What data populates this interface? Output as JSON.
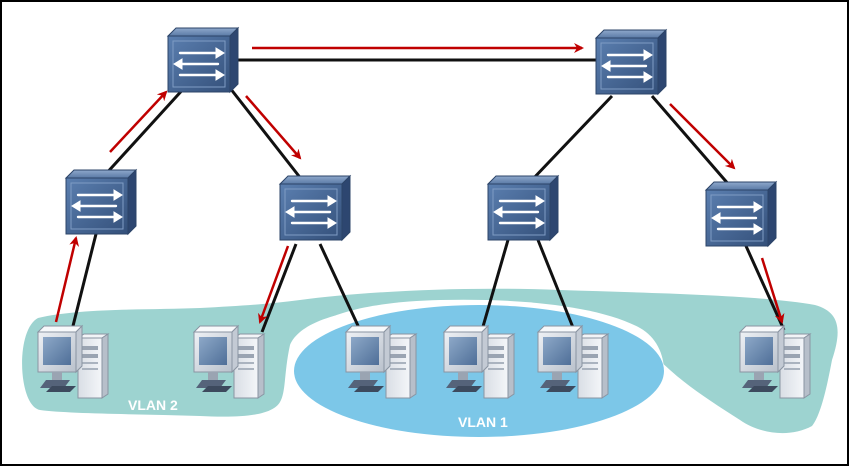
{
  "zones": {
    "vlan2": {
      "label": "VLAN 2",
      "color": "#9dd3d0"
    },
    "vlan1": {
      "label": "VLAN 1",
      "color": "#7cc7e8"
    }
  },
  "colors": {
    "link": "#111111",
    "traffic_arrow": "#c00000",
    "switch_face": "#3f5f8c",
    "border": "#000000"
  },
  "icons": {
    "switch": "network-switch-icon",
    "pc": "desktop-computer-icon"
  },
  "nodes": {
    "switches": [
      "core-left",
      "core-right",
      "dist-1",
      "dist-2",
      "dist-3",
      "dist-4"
    ],
    "pcs": [
      "pc-1",
      "pc-2",
      "pc-3",
      "pc-4",
      "pc-5",
      "pc-6"
    ]
  }
}
